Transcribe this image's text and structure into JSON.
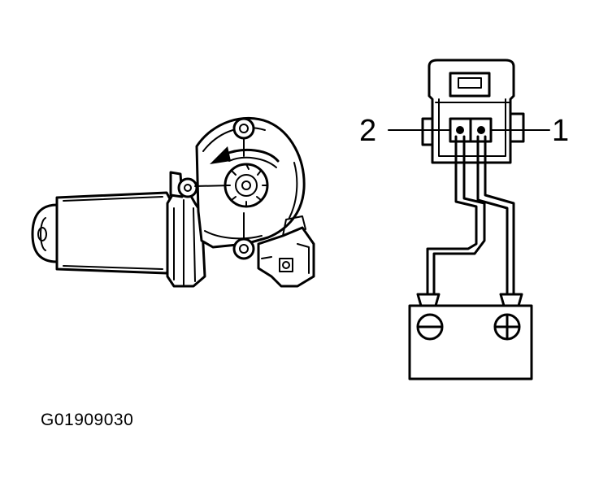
{
  "labels": {
    "terminal_2": "2",
    "terminal_1": "1",
    "figure_code": "G01909030"
  },
  "icons": {
    "battery_negative": "minus-terminal-icon",
    "battery_positive": "plus-terminal-icon",
    "rotation": "counterclockwise-arrow-icon"
  },
  "colors": {
    "line": "#000000",
    "background": "#ffffff"
  }
}
